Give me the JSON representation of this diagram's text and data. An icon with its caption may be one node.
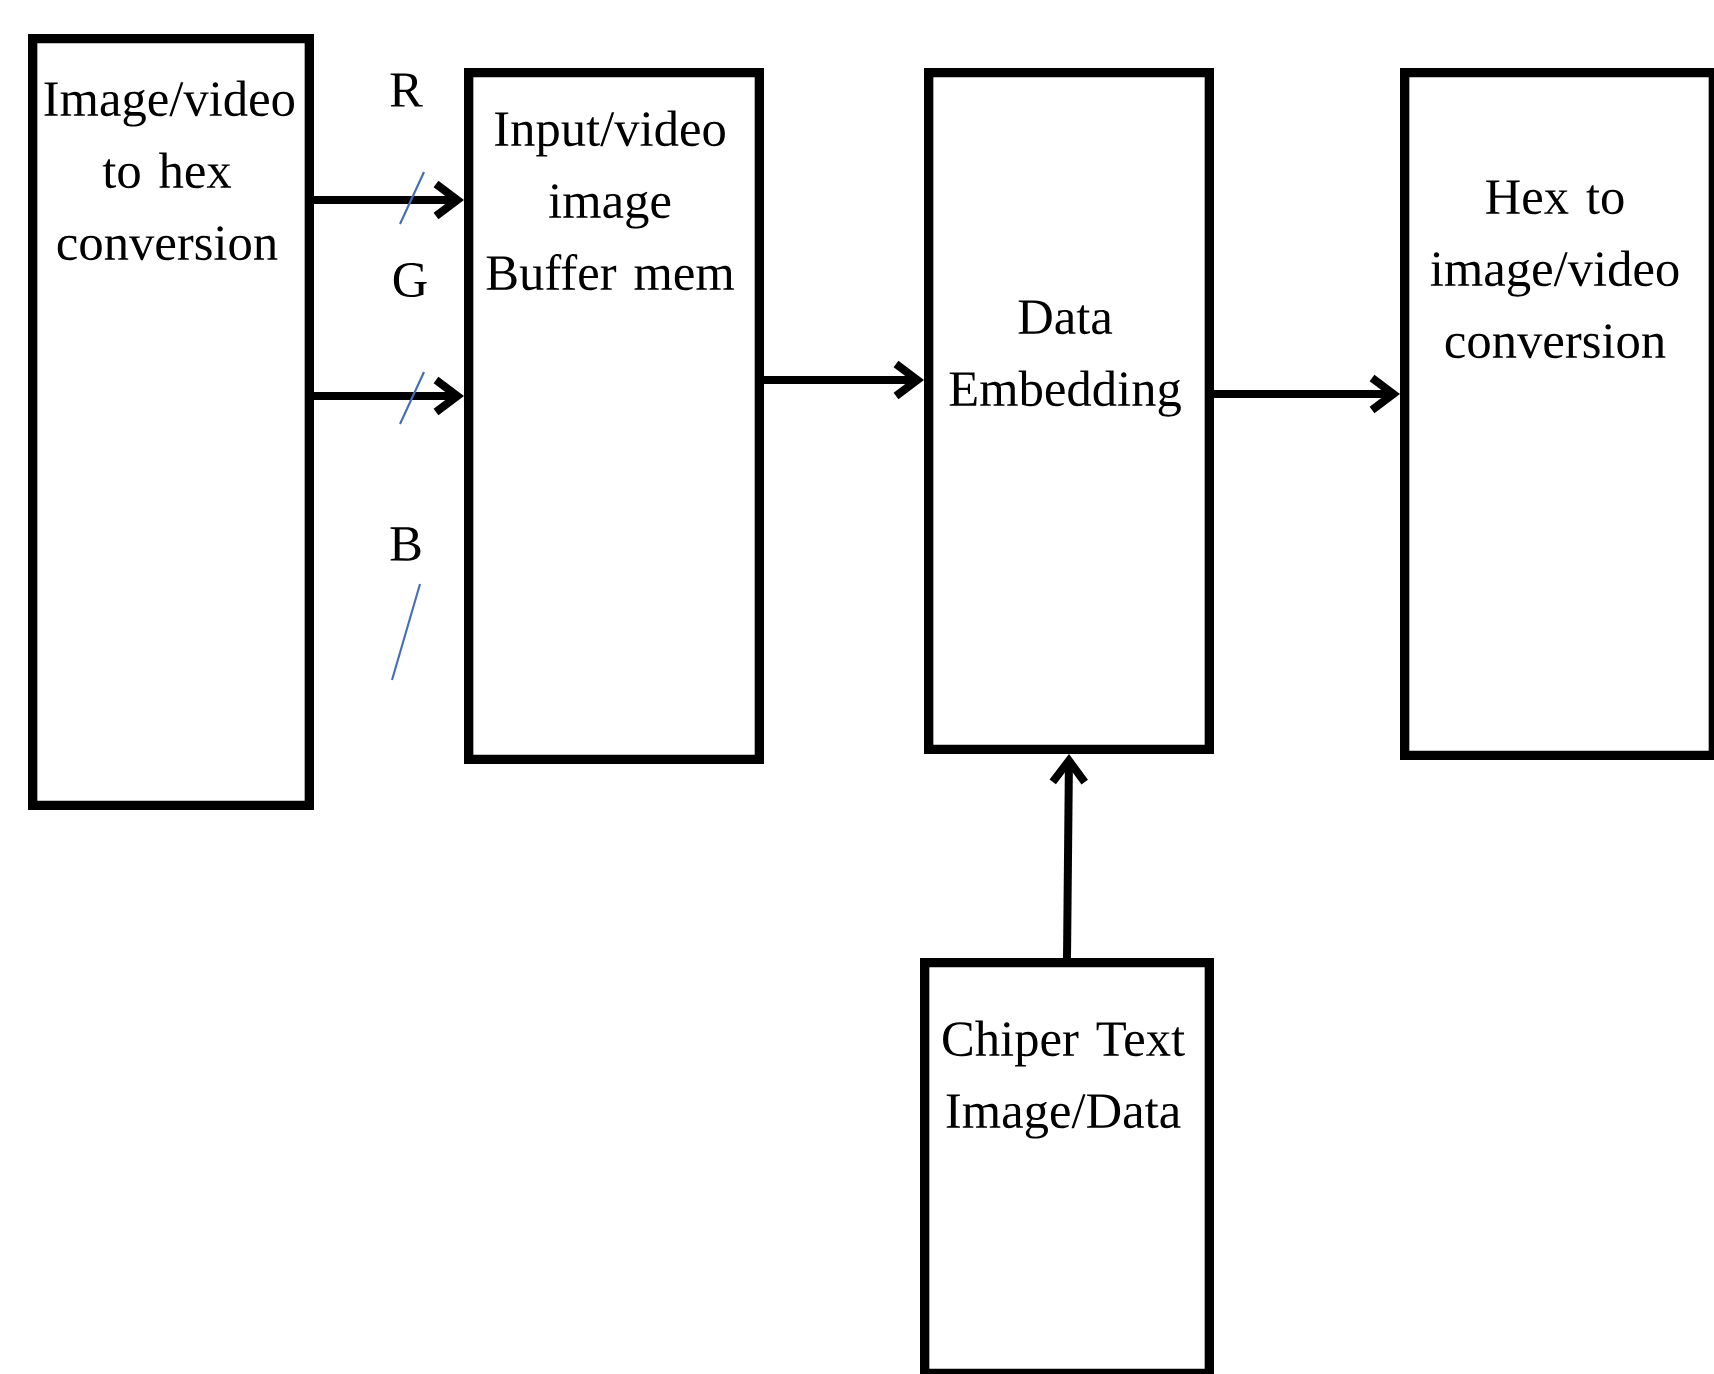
{
  "diagram": {
    "nodes": [
      {
        "text": [
          "Image/video to hex conversion"
        ]
      },
      {
        "text": [
          "Input/video image Buffer mem"
        ]
      },
      {
        "text": [
          "Data Embedding"
        ]
      },
      {
        "text": [
          "Hex to image/video conversion"
        ]
      },
      {
        "text": [
          "Chiper Text Image/Data"
        ]
      }
    ],
    "edges": [
      {
        "from": 0,
        "to": 1,
        "arrow": "to"
      },
      {
        "from": 0,
        "to": 1,
        "arrow": "to"
      },
      {
        "from": 1,
        "to": 2,
        "arrow": "to"
      },
      {
        "from": 2,
        "to": 3,
        "arrow": "to"
      },
      {
        "from": 4,
        "to": 2,
        "arrow": "to"
      }
    ],
    "labels": [
      "R",
      "G",
      "B"
    ]
  }
}
